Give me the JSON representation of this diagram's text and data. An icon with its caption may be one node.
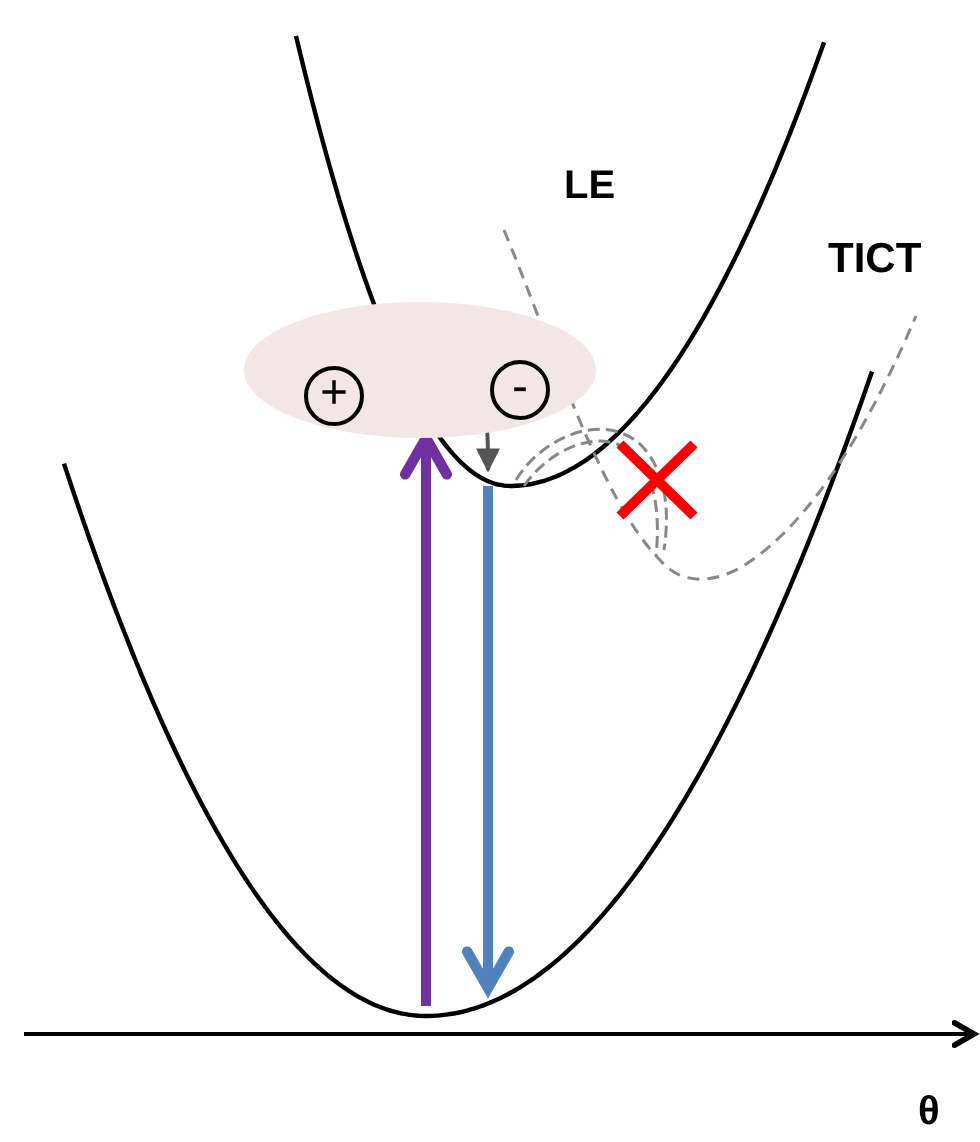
{
  "diagram": {
    "nodes": [
      {
        "text": [],
        "shape": "ellipse"
      },
      {
        "text": [
          "+"
        ],
        "in": 0
      },
      {
        "text": [
          "-"
        ],
        "in": 0
      }
    ],
    "labels": [
      "LE",
      "TICT",
      "θ"
    ]
  }
}
